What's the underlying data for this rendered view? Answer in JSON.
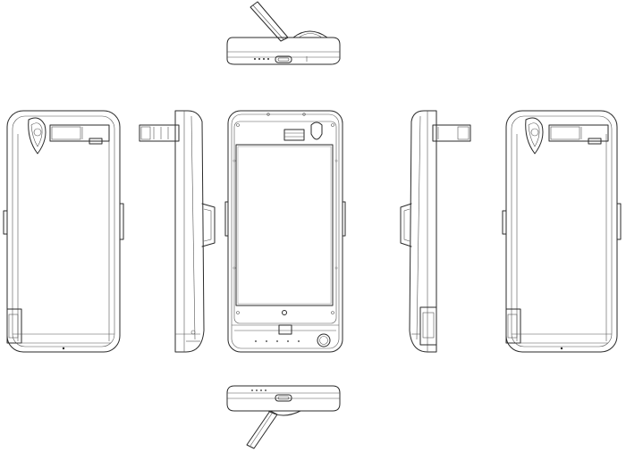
{
  "drawing": {
    "views": [
      {
        "id": "top-view"
      },
      {
        "id": "back-view-left"
      },
      {
        "id": "side-view-left"
      },
      {
        "id": "front-view"
      },
      {
        "id": "side-view-right"
      },
      {
        "id": "back-view-right"
      },
      {
        "id": "bottom-view"
      }
    ],
    "line_color": "#2a2a2a",
    "background_color": "#ffffff"
  }
}
